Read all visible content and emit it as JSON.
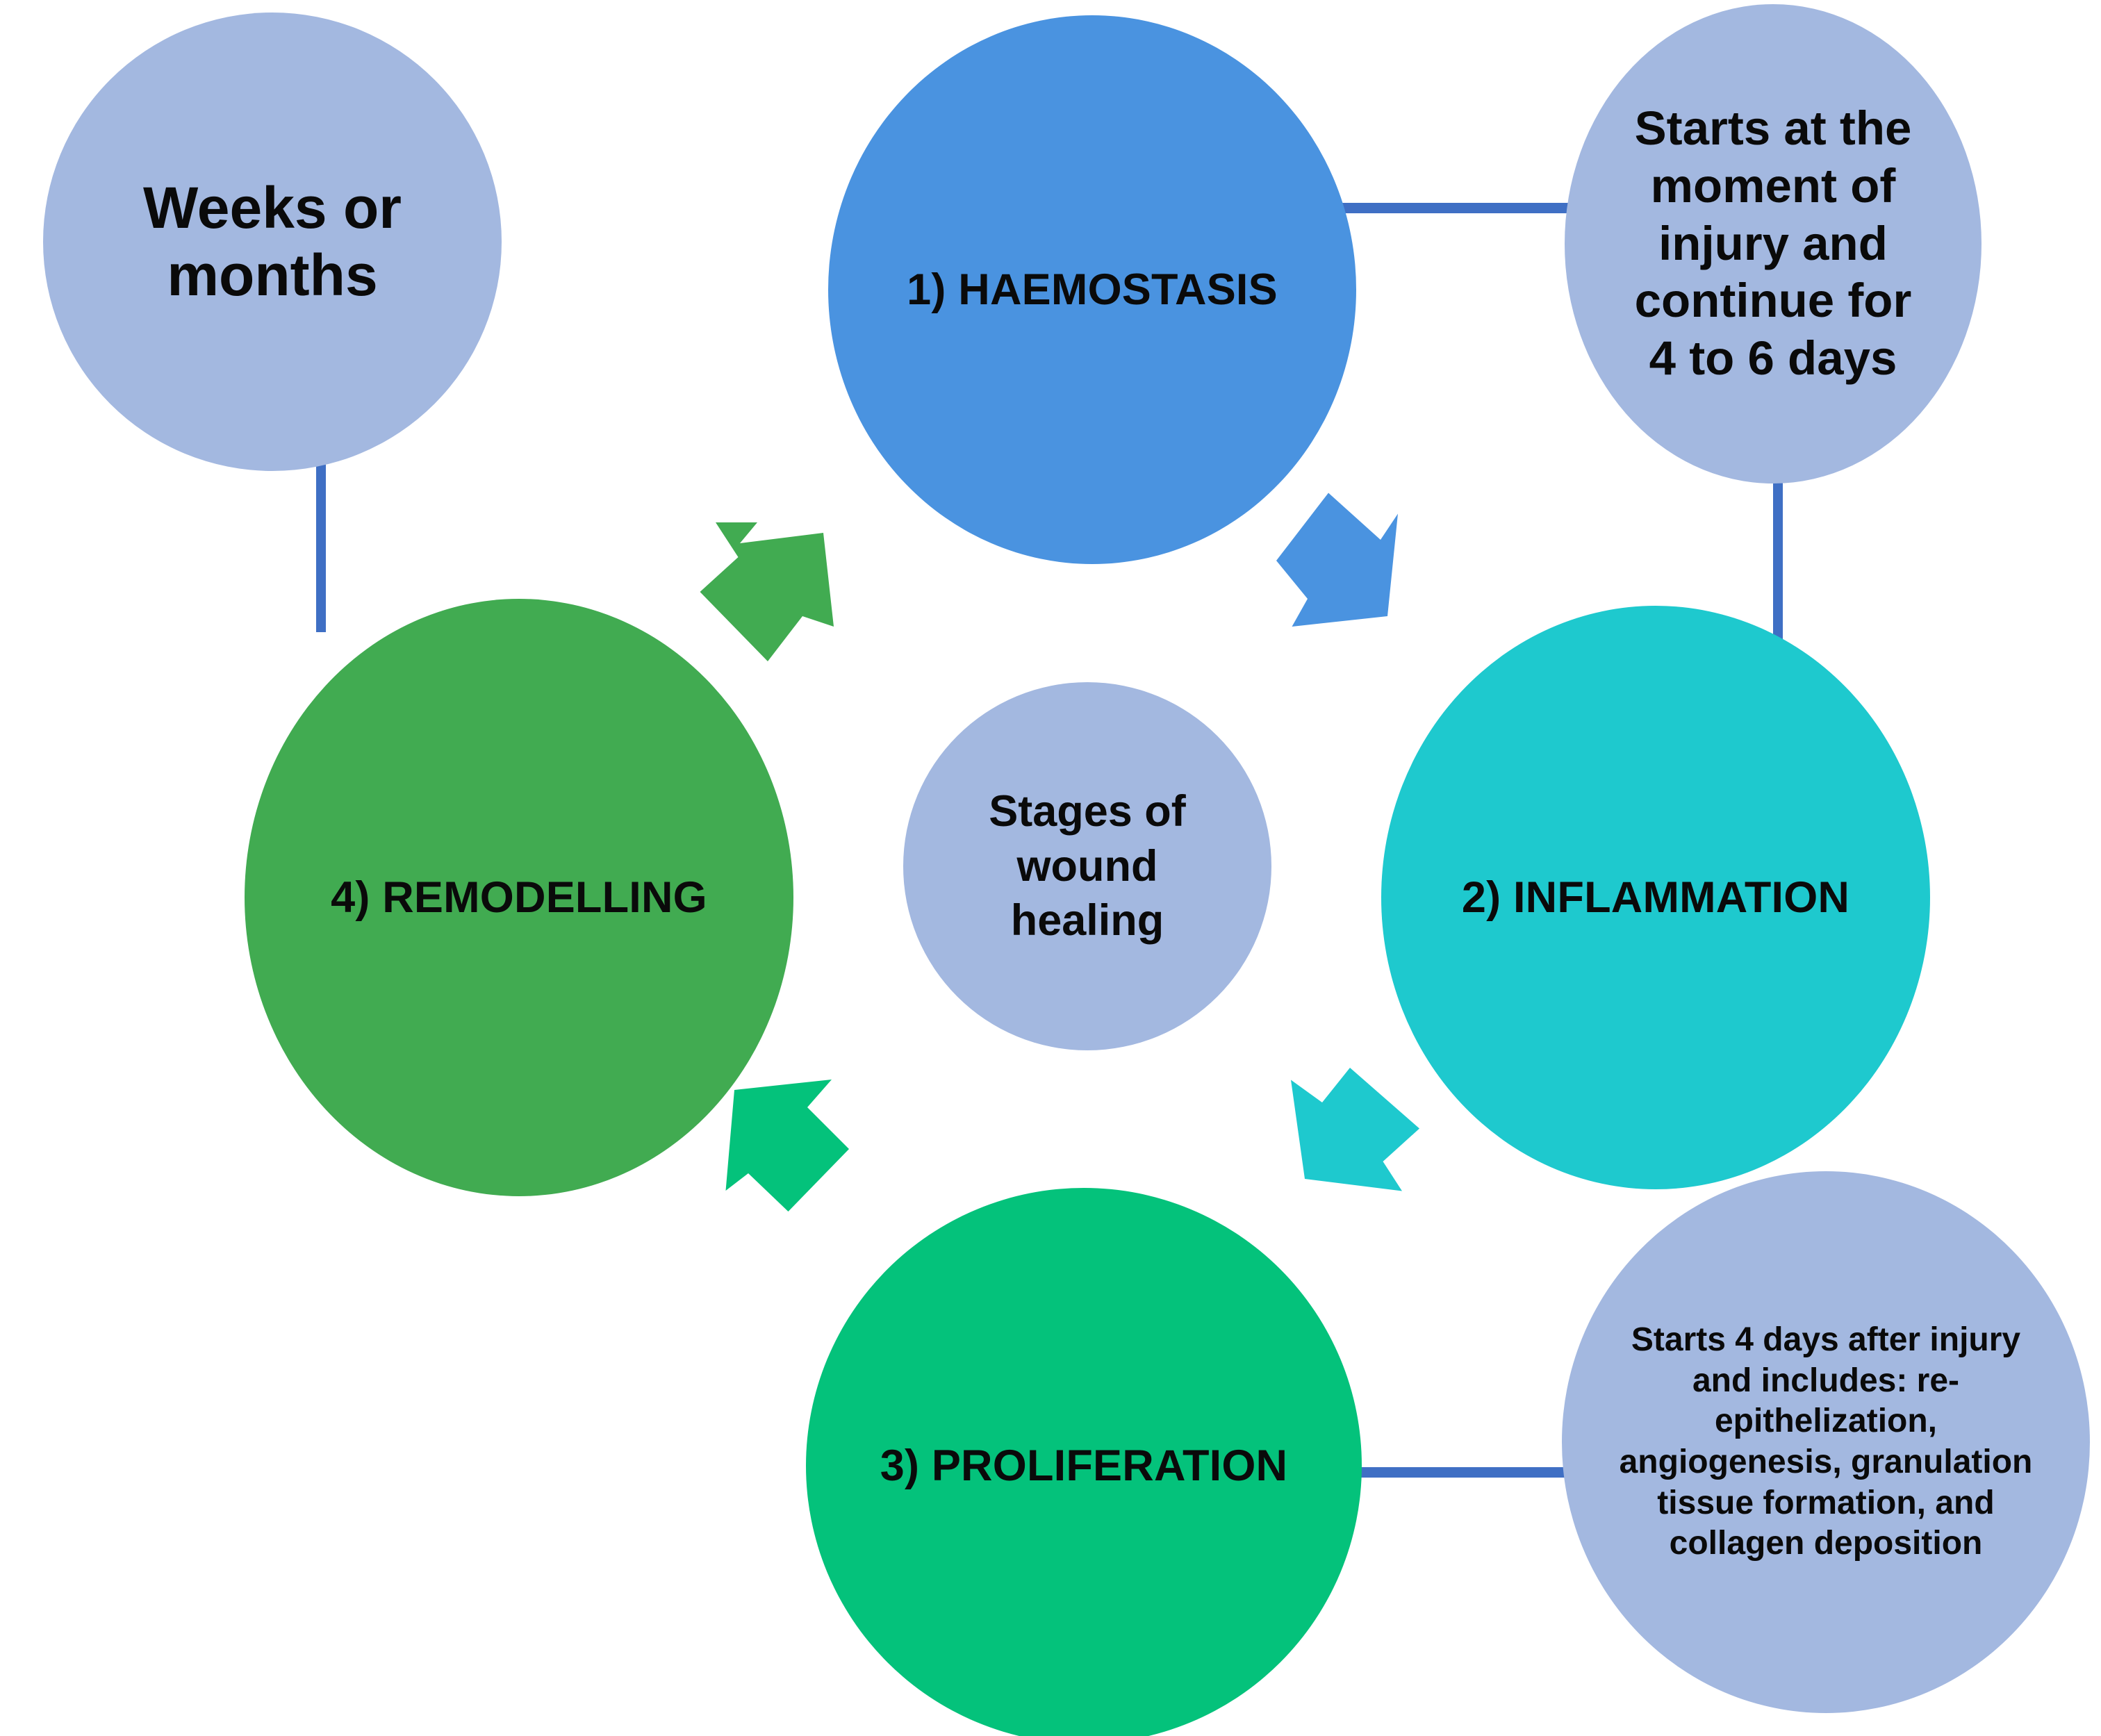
{
  "diagram": {
    "title": "Stages of wound healing",
    "type": "cycle-diagram",
    "background": "#ffffff",
    "colors": {
      "periwinkle": "#a3b8e0",
      "haemostasis_blue": "#4a93e0",
      "inflammation_teal": "#1ec9ce",
      "proliferation_green": "#04c27b",
      "remodelling_green": "#41ab51",
      "connector_blue": "#3f6fc4",
      "text": "#000000"
    },
    "center": {
      "label": "Stages of\nwound\nhealing",
      "color": "#a3b8e0"
    },
    "stages": [
      {
        "id": "haemostasis",
        "label": "1) HAEMOSTASIS",
        "color": "#4a93e0",
        "note": "Starts at the\nmoment of\ninjury and\ncontinue for\n4 to 6 days"
      },
      {
        "id": "inflammation",
        "label": "2) INFLAMMATION",
        "color": "#1ec9ce",
        "note": ""
      },
      {
        "id": "proliferation",
        "label": "3) PROLIFERATION",
        "color": "#04c27b",
        "note": "Starts 4 days after injury\nand includes: re-\nepithelization,\nangiogenesis, granulation\ntissue formation, and\ncollagen deposition"
      },
      {
        "id": "remodelling",
        "label": "4) REMODELLING",
        "color": "#41ab51",
        "note": "Weeks or\nmonths"
      }
    ],
    "notes": {
      "weeks_or_months": "Weeks or\nmonths",
      "starts_at_moment": "Starts at the\nmoment of\ninjury and\ncontinue for\n4 to 6 days",
      "starts_4_days": "Starts 4 days after injury\nand includes: re-\nepithelization,\nangiogenesis, granulation\ntissue formation, and\ncollagen deposition"
    },
    "arrows": [
      {
        "id": "arrow-ne",
        "direction": "north-east",
        "from": "remodelling",
        "to": "haemostasis",
        "color": "#41ab51"
      },
      {
        "id": "arrow-se",
        "direction": "south-east",
        "from": "haemostasis",
        "to": "inflammation",
        "color": "#4a93e0"
      },
      {
        "id": "arrow-sw",
        "direction": "south-west",
        "from": "inflammation",
        "to": "proliferation",
        "color": "#1ec9ce"
      },
      {
        "id": "arrow-nw",
        "direction": "north-west",
        "from": "proliferation",
        "to": "remodelling",
        "color": "#04c27b"
      }
    ],
    "connectors": [
      {
        "id": "conn-haemostasis-note",
        "orientation": "horizontal",
        "color": "#3f6fc4"
      },
      {
        "id": "conn-note-inflammation",
        "orientation": "vertical",
        "color": "#3f6fc4"
      },
      {
        "id": "conn-weeks-remodelling",
        "orientation": "vertical",
        "color": "#3f6fc4"
      },
      {
        "id": "conn-proliferation-note",
        "orientation": "horizontal",
        "color": "#3f6fc4"
      }
    ]
  }
}
